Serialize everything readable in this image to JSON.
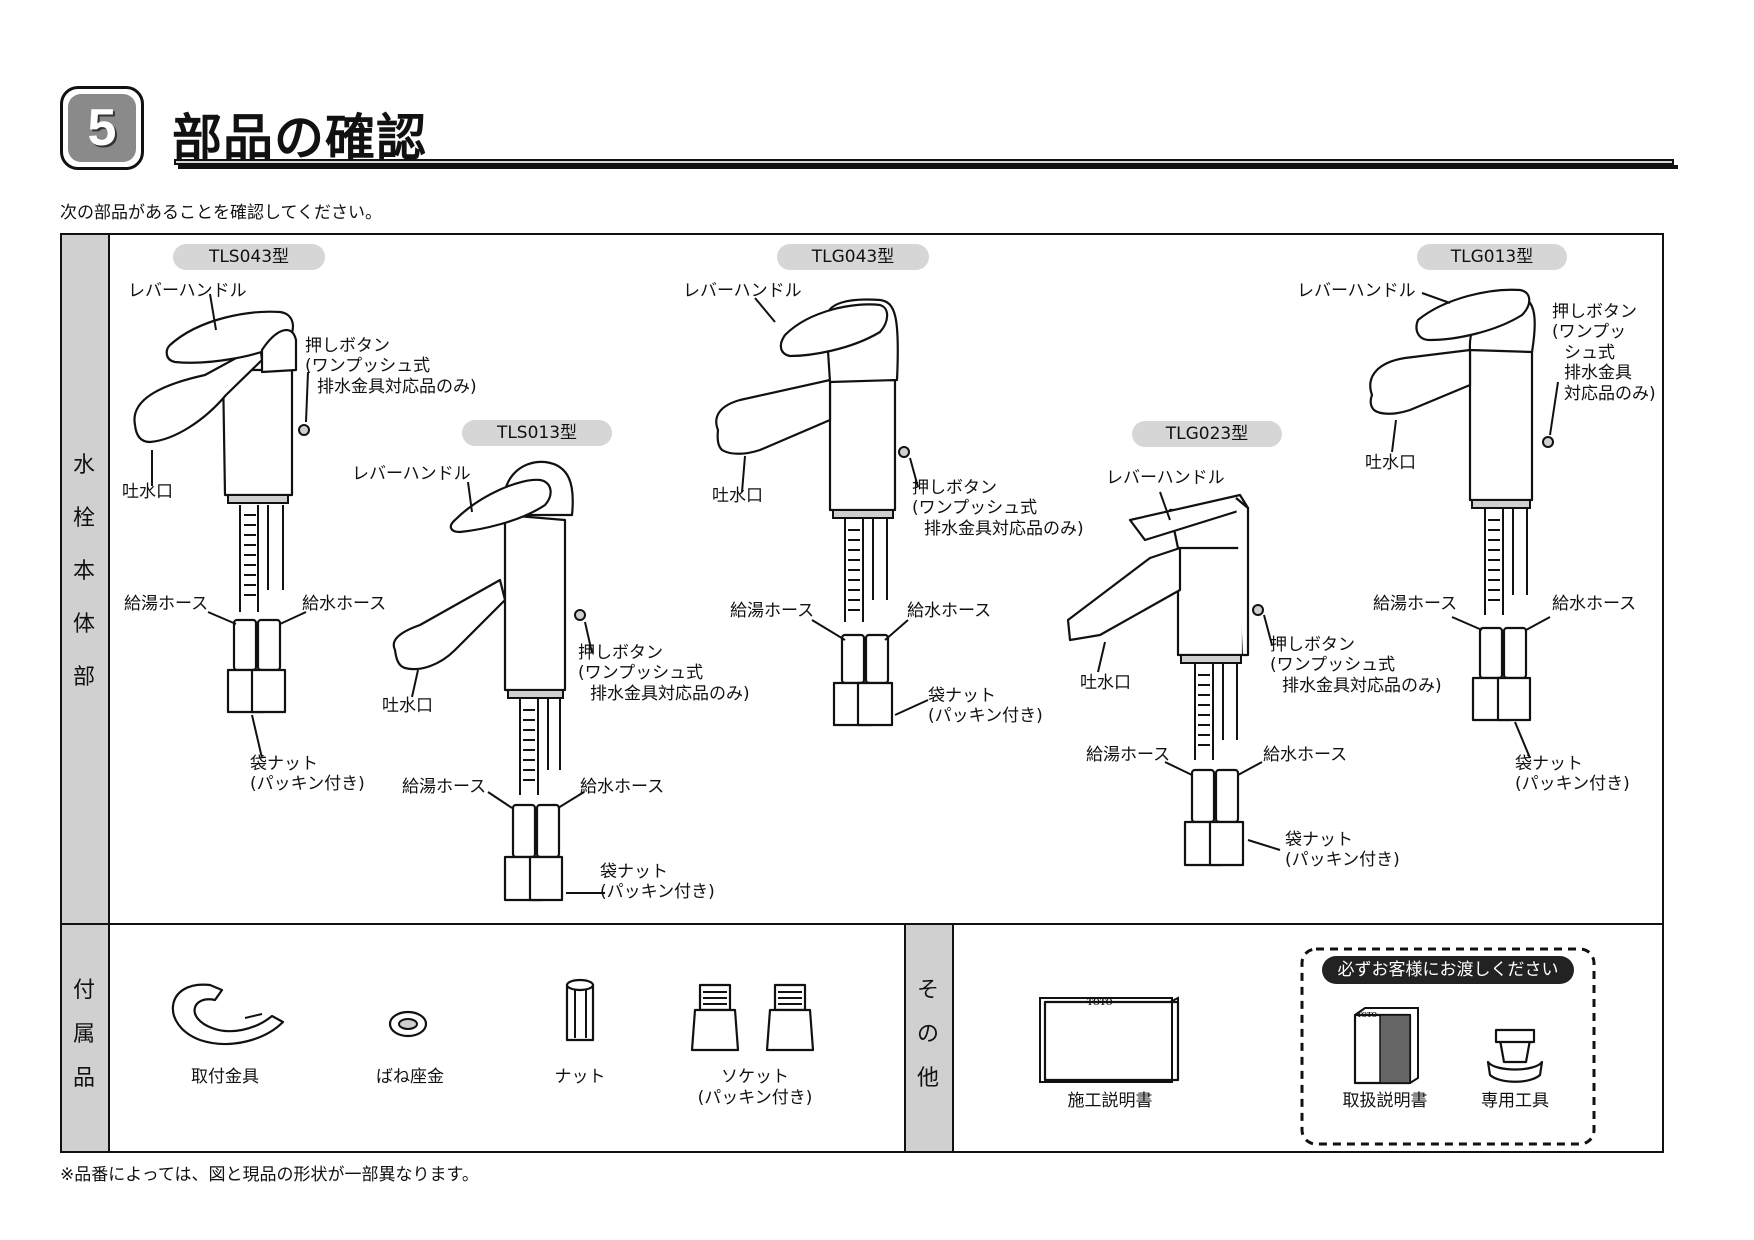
{
  "header": {
    "step_number": "5",
    "title": "部品の確認"
  },
  "intro": "次の部品があることを確認してください。",
  "footnote": "※品番によっては、図と現品の形状が一部異なります。",
  "sections": {
    "body_label": [
      "水",
      "栓",
      "本",
      "体",
      "部"
    ],
    "accessories_label": [
      "付",
      "属",
      "品"
    ],
    "other_label": [
      "そ",
      "の",
      "他"
    ]
  },
  "models": {
    "tls043": {
      "name": "TLS043型",
      "lever": "レバーハンドル",
      "push_button": [
        "押しボタン",
        "(ワンプッシュ式",
        "排水金具対応品のみ)"
      ],
      "spout": "吐水口",
      "hot_hose": "給湯ホース",
      "cold_hose": "給水ホース",
      "nut": [
        "袋ナット",
        "(パッキン付き)"
      ]
    },
    "tls013": {
      "name": "TLS013型",
      "lever": "レバーハンドル",
      "push_button": [
        "押しボタン",
        "(ワンプッシュ式",
        "排水金具対応品のみ)"
      ],
      "spout": "吐水口",
      "hot_hose": "給湯ホース",
      "cold_hose": "給水ホース",
      "nut": [
        "袋ナット",
        "(パッキン付き)"
      ]
    },
    "tlg043": {
      "name": "TLG043型",
      "lever": "レバーハンドル",
      "push_button": [
        "押しボタン",
        "(ワンプッシュ式",
        "排水金具対応品のみ)"
      ],
      "spout": "吐水口",
      "hot_hose": "給湯ホース",
      "cold_hose": "給水ホース",
      "nut": [
        "袋ナット",
        "(パッキン付き)"
      ]
    },
    "tlg023": {
      "name": "TLG023型",
      "lever": "レバーハンドル",
      "push_button": [
        "押しボタン",
        "(ワンプッシュ式",
        "排水金具対応品のみ)"
      ],
      "spout": "吐水口",
      "hot_hose": "給湯ホース",
      "cold_hose": "給水ホース",
      "nut": [
        "袋ナット",
        "(パッキン付き)"
      ]
    },
    "tlg013": {
      "name": "TLG013型",
      "lever": "レバーハンドル",
      "push_button": [
        "押しボタン",
        "(ワンプッ",
        "シュ式",
        "排水金具",
        "対応品のみ)"
      ],
      "spout": "吐水口",
      "hot_hose": "給湯ホース",
      "cold_hose": "給水ホース",
      "nut": [
        "袋ナット",
        "(パッキン付き)"
      ]
    }
  },
  "accessories": {
    "mounting_bracket": "取付金具",
    "spring_washer": "ばね座金",
    "nut": "ナット",
    "socket": [
      "ソケット",
      "(パッキン付き)"
    ]
  },
  "other": {
    "install_manual": "施工説明書",
    "notice": "必ずお客様にお渡しください",
    "user_manual": "取扱説明書",
    "special_tool": "専用工具",
    "brand_mark": "TOTO"
  }
}
